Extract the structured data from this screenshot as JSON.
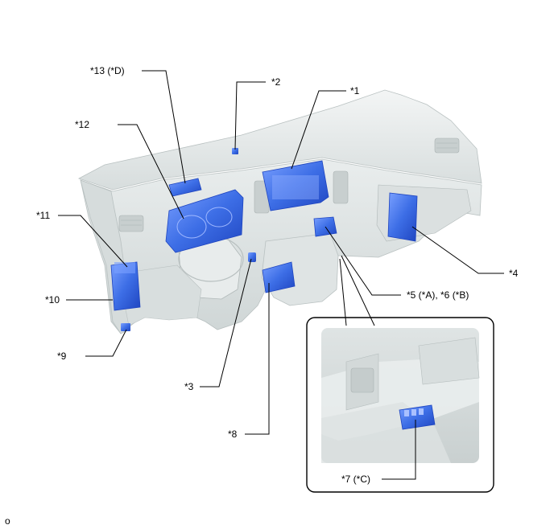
{
  "labels": {
    "l1": "*1",
    "l2": "*2",
    "l3": "*3",
    "l4": "*4",
    "l5": "*5 (*A), *6 (*B)",
    "l7": "*7 (*C)",
    "l8": "*8",
    "l9": "*9",
    "l10": "*10",
    "l11": "*11",
    "l12": "*12",
    "l13": "*13 (*D)"
  },
  "footer": {
    "code": "o"
  },
  "colors": {
    "dash_light": "#eef1f1",
    "dash_mid": "#dde2e2",
    "dash_dark": "#c4cbcb",
    "component_blue": "#3d6ee6",
    "component_blue_dark": "#1f45c0",
    "inset_bg": "#e4e8e8"
  }
}
